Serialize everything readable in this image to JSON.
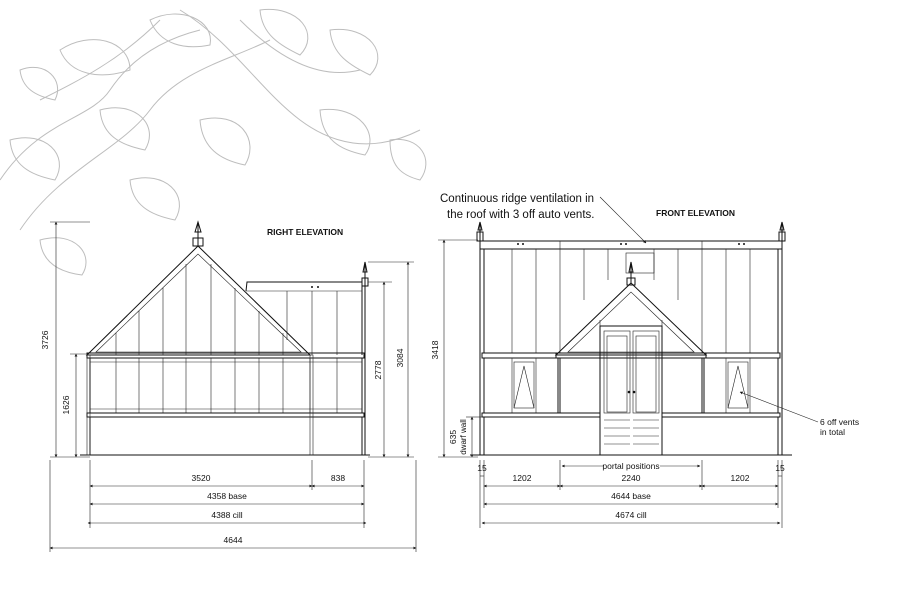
{
  "titles": {
    "right_elevation": "RIGHT ELEVATION",
    "front_elevation": "FRONT ELEVATION"
  },
  "notes": {
    "ridge_line1": "Continuous ridge ventilation in",
    "ridge_line2": "the roof with 3 off auto vents.",
    "vents_line1": "6 off vents",
    "vents_line2": "in total",
    "portal": "portal positions"
  },
  "right_dims": {
    "width_main": "3520",
    "width_ext": "838",
    "base": "4358 base",
    "cill": "4388 cill",
    "overall": "4644",
    "height_total": "3726",
    "height_eaves": "1626",
    "height_ext": "2778",
    "height_ext_total": "3084"
  },
  "front_dims": {
    "end_left": "15",
    "end_right": "15",
    "bay_left": "1202",
    "door_bay": "2240",
    "bay_right": "1202",
    "base": "4644 base",
    "cill": "4674 cill",
    "height_total": "3418",
    "dwarf_height": "635",
    "dwarf_label": "dwarf wall"
  },
  "colors": {
    "line": "#111111",
    "decor": "#bdbdbd"
  }
}
